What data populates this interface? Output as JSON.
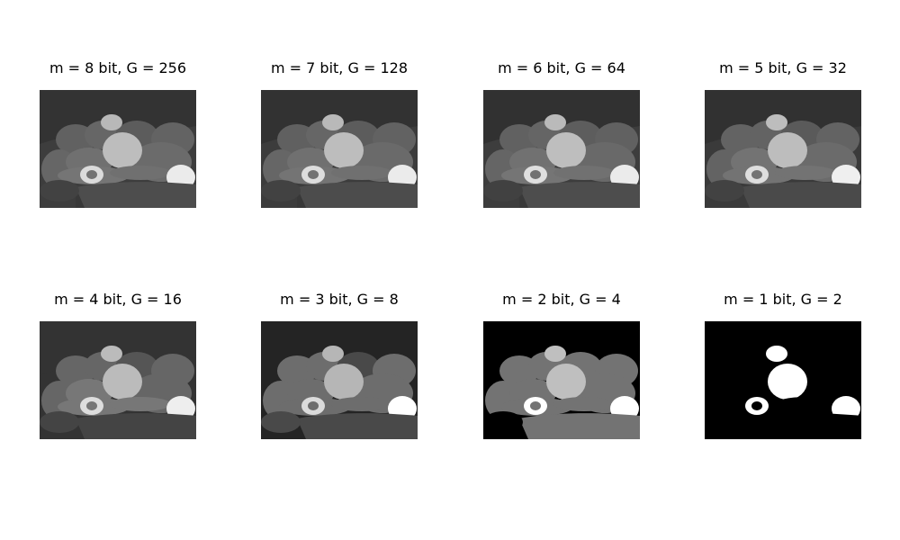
{
  "figure": {
    "panels": [
      {
        "title": "m = 8 bit, G = 256",
        "bits": 8,
        "levels": 256
      },
      {
        "title": "m = 7 bit, G = 128",
        "bits": 7,
        "levels": 128
      },
      {
        "title": "m = 6 bit, G = 64",
        "bits": 6,
        "levels": 64
      },
      {
        "title": "m = 5 bit, G = 32",
        "bits": 5,
        "levels": 32
      },
      {
        "title": "m = 4 bit, G = 16",
        "bits": 4,
        "levels": 16
      },
      {
        "title": "m = 3 bit, G = 8",
        "bits": 3,
        "levels": 8
      },
      {
        "title": "m = 2 bit, G = 4",
        "bits": 2,
        "levels": 4
      },
      {
        "title": "m = 1 bit, G = 2",
        "bits": 1,
        "levels": 2
      }
    ]
  }
}
